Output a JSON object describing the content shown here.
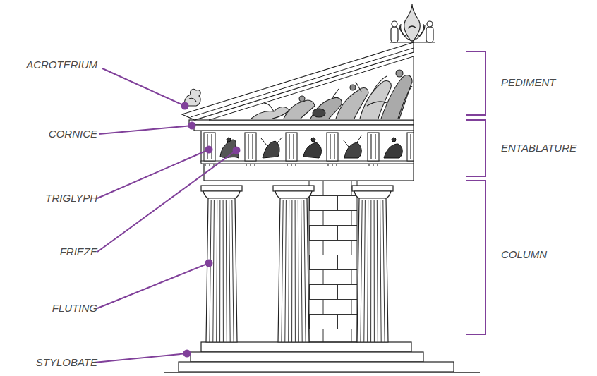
{
  "diagram": {
    "labels": [
      "ACROTERIUM",
      "CORNICE",
      "TRIGLYPH",
      "FRIEZE",
      "FLUTING",
      "STYLOBATE",
      "PEDIMENT",
      "ENTABLATURE",
      "COLUMN"
    ]
  }
}
